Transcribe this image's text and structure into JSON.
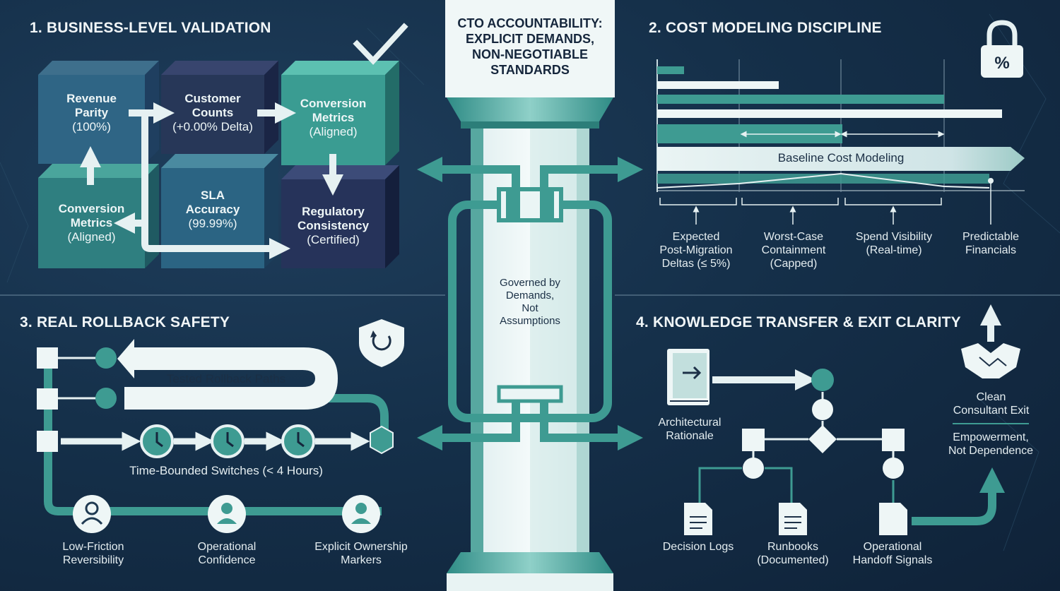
{
  "center": {
    "title": "CTO ACCOUNTABILITY:\nEXPLICIT DEMANDS,\nNON-NEGOTIABLE\nSTANDARDS",
    "governed": "Governed by\nDemands,\nNot\nAssumptions"
  },
  "validation": {
    "heading": "1. BUSINESS-LEVEL VALIDATION",
    "boxes": [
      {
        "title": "Revenue\nParity",
        "detail": "(100%)"
      },
      {
        "title": "Customer\nCounts",
        "detail": "(+0.00% Delta)"
      },
      {
        "title": "Conversion\nMetrics",
        "detail": "(Aligned)"
      },
      {
        "title": "Conversion\nMetrics",
        "detail": "(Aligned)"
      },
      {
        "title": "SLA\nAccuracy",
        "detail": "(99.99%)"
      },
      {
        "title": "Regulatory\nConsistency",
        "detail": "(Certified)"
      }
    ]
  },
  "cost": {
    "heading": "2. COST MODELING DISCIPLINE",
    "baseline_label": "Baseline Cost Modeling",
    "labels": [
      "Expected\nPost-Migration\nDeltas (≤ 5%)",
      "Worst-Case\nContainment\n(Capped)",
      "Spend Visibility\n(Real-time)",
      "Predictable\nFinancials"
    ]
  },
  "rollback": {
    "heading": "3. REAL ROLLBACK SAFETY",
    "tested_label": "Tested Rollback Paths",
    "switch_label": "Time-Bounded Switches (< 4 Hours)",
    "people": [
      "Low-Friction\nReversibility",
      "Operational\nConfidence",
      "Explicit Ownership\nMarkers"
    ]
  },
  "knowledge": {
    "heading": "4. KNOWLEDGE TRANSFER & EXIT CLARITY",
    "rationale": "Architectural\nRationale",
    "docs": [
      "Decision Logs",
      "Runbooks\n(Documented)",
      "Operational\nHandoff Signals"
    ],
    "exit_label": "Clean\nConsultant Exit",
    "empower_label": "Empowerment,\nNot Dependence"
  },
  "colors": {
    "background": "#15304a",
    "teal": "#3e9b92",
    "light": "#e6f1f2",
    "navy": "#283a63"
  }
}
